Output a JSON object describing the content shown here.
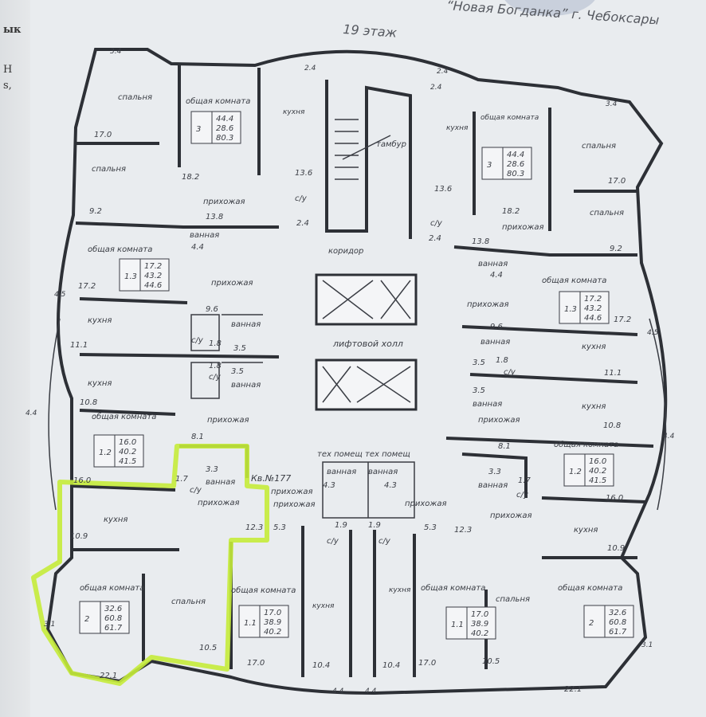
{
  "header": {
    "project": "“Новая Богданка” г. Чебоксары",
    "floor": "19 этаж"
  },
  "margin_text": [
    "ык",
    "Н",
    "s,"
  ],
  "highlight": {
    "apartment_label": "Кв.№177",
    "color": "#c5ec3a"
  },
  "labels": [
    "спальня",
    "общая комната",
    "3.4",
    "17.0",
    "спальня",
    "18.2",
    "кухня",
    "13.6",
    "2.4",
    "с/у",
    "2.4",
    "прихожая",
    "13.8",
    "ванная",
    "4.4",
    "9.2",
    "общая комната",
    "17.2",
    "4.5",
    "прихожая",
    "9.6",
    "кухня",
    "с/у",
    "1.8",
    "ванная",
    "3.5",
    "11.1",
    "кухня",
    "1.8",
    "с/у",
    "3.5",
    "ванная",
    "10.8",
    "4.4",
    "общая комната",
    "прихожая",
    "8.1",
    "16.0",
    "1.7",
    "с/у",
    "3.3",
    "ванная",
    "прихожая",
    "кухня",
    "10.9",
    "12.3",
    "5.3",
    "прихожая",
    "общая комната",
    "3.1",
    "спальня",
    "10.5",
    "22.1",
    "общая комната",
    "17.0",
    "кухня",
    "10.4",
    "4.4",
    "тамбур",
    "коридор",
    "лифтовой холл",
    "тех помещ",
    "тех помещ",
    "ванная",
    "ванная",
    "4.3",
    "4.3",
    "1.9",
    "1.9",
    "с/у",
    "с/у",
    "прихожая",
    "прихожая",
    "2.4",
    "кухня",
    "13.6",
    "2.4",
    "с/у",
    "общая комната",
    "3.4",
    "спальня",
    "17.0",
    "18.2",
    "спальня",
    "прихожая",
    "13.8",
    "ванная",
    "4.4",
    "9.2",
    "общая комната",
    "17.2",
    "4.5",
    "прихожая",
    "9.6",
    "ванная",
    "кухня",
    "3.5",
    "1.8",
    "с/у",
    "11.1",
    "3.5",
    "ванная",
    "кухня",
    "10.8",
    "4.4",
    "прихожая",
    "общая комната",
    "8.1",
    "3.3",
    "ванная",
    "1.7",
    "с/у",
    "16.0",
    "прихожая",
    "5.3",
    "12.3",
    "кухня",
    "10.9",
    "общая комната",
    "кухня",
    "спальня",
    "общая комната",
    "3.1",
    "10.4",
    "17.0",
    "10.5",
    "22.1",
    "4.4",
    "2.4"
  ],
  "apartments": [
    {
      "rooms": "3",
      "areas": [
        "44.4",
        "28.6",
        "80.3"
      ]
    },
    {
      "rooms": "1.3",
      "areas": [
        "17.2",
        "43.2",
        "44.6"
      ]
    },
    {
      "rooms": "1.2",
      "areas": [
        "16.0",
        "40.2",
        "41.5"
      ]
    },
    {
      "rooms": "2",
      "areas": [
        "32.6",
        "60.8",
        "61.7"
      ]
    },
    {
      "rooms": "1.1",
      "areas": [
        "17.0",
        "38.9",
        "40.2"
      ]
    },
    {
      "rooms": "3",
      "areas": [
        "44.4",
        "28.6",
        "80.3"
      ]
    },
    {
      "rooms": "1.3",
      "areas": [
        "17.2",
        "43.2",
        "44.6"
      ]
    },
    {
      "rooms": "1.2",
      "areas": [
        "16.0",
        "40.2",
        "41.5"
      ]
    },
    {
      "rooms": "2",
      "areas": [
        "32.6",
        "60.8",
        "61.7"
      ]
    },
    {
      "rooms": "1.1",
      "areas": [
        "17.0",
        "38.9",
        "40.2"
      ]
    }
  ]
}
